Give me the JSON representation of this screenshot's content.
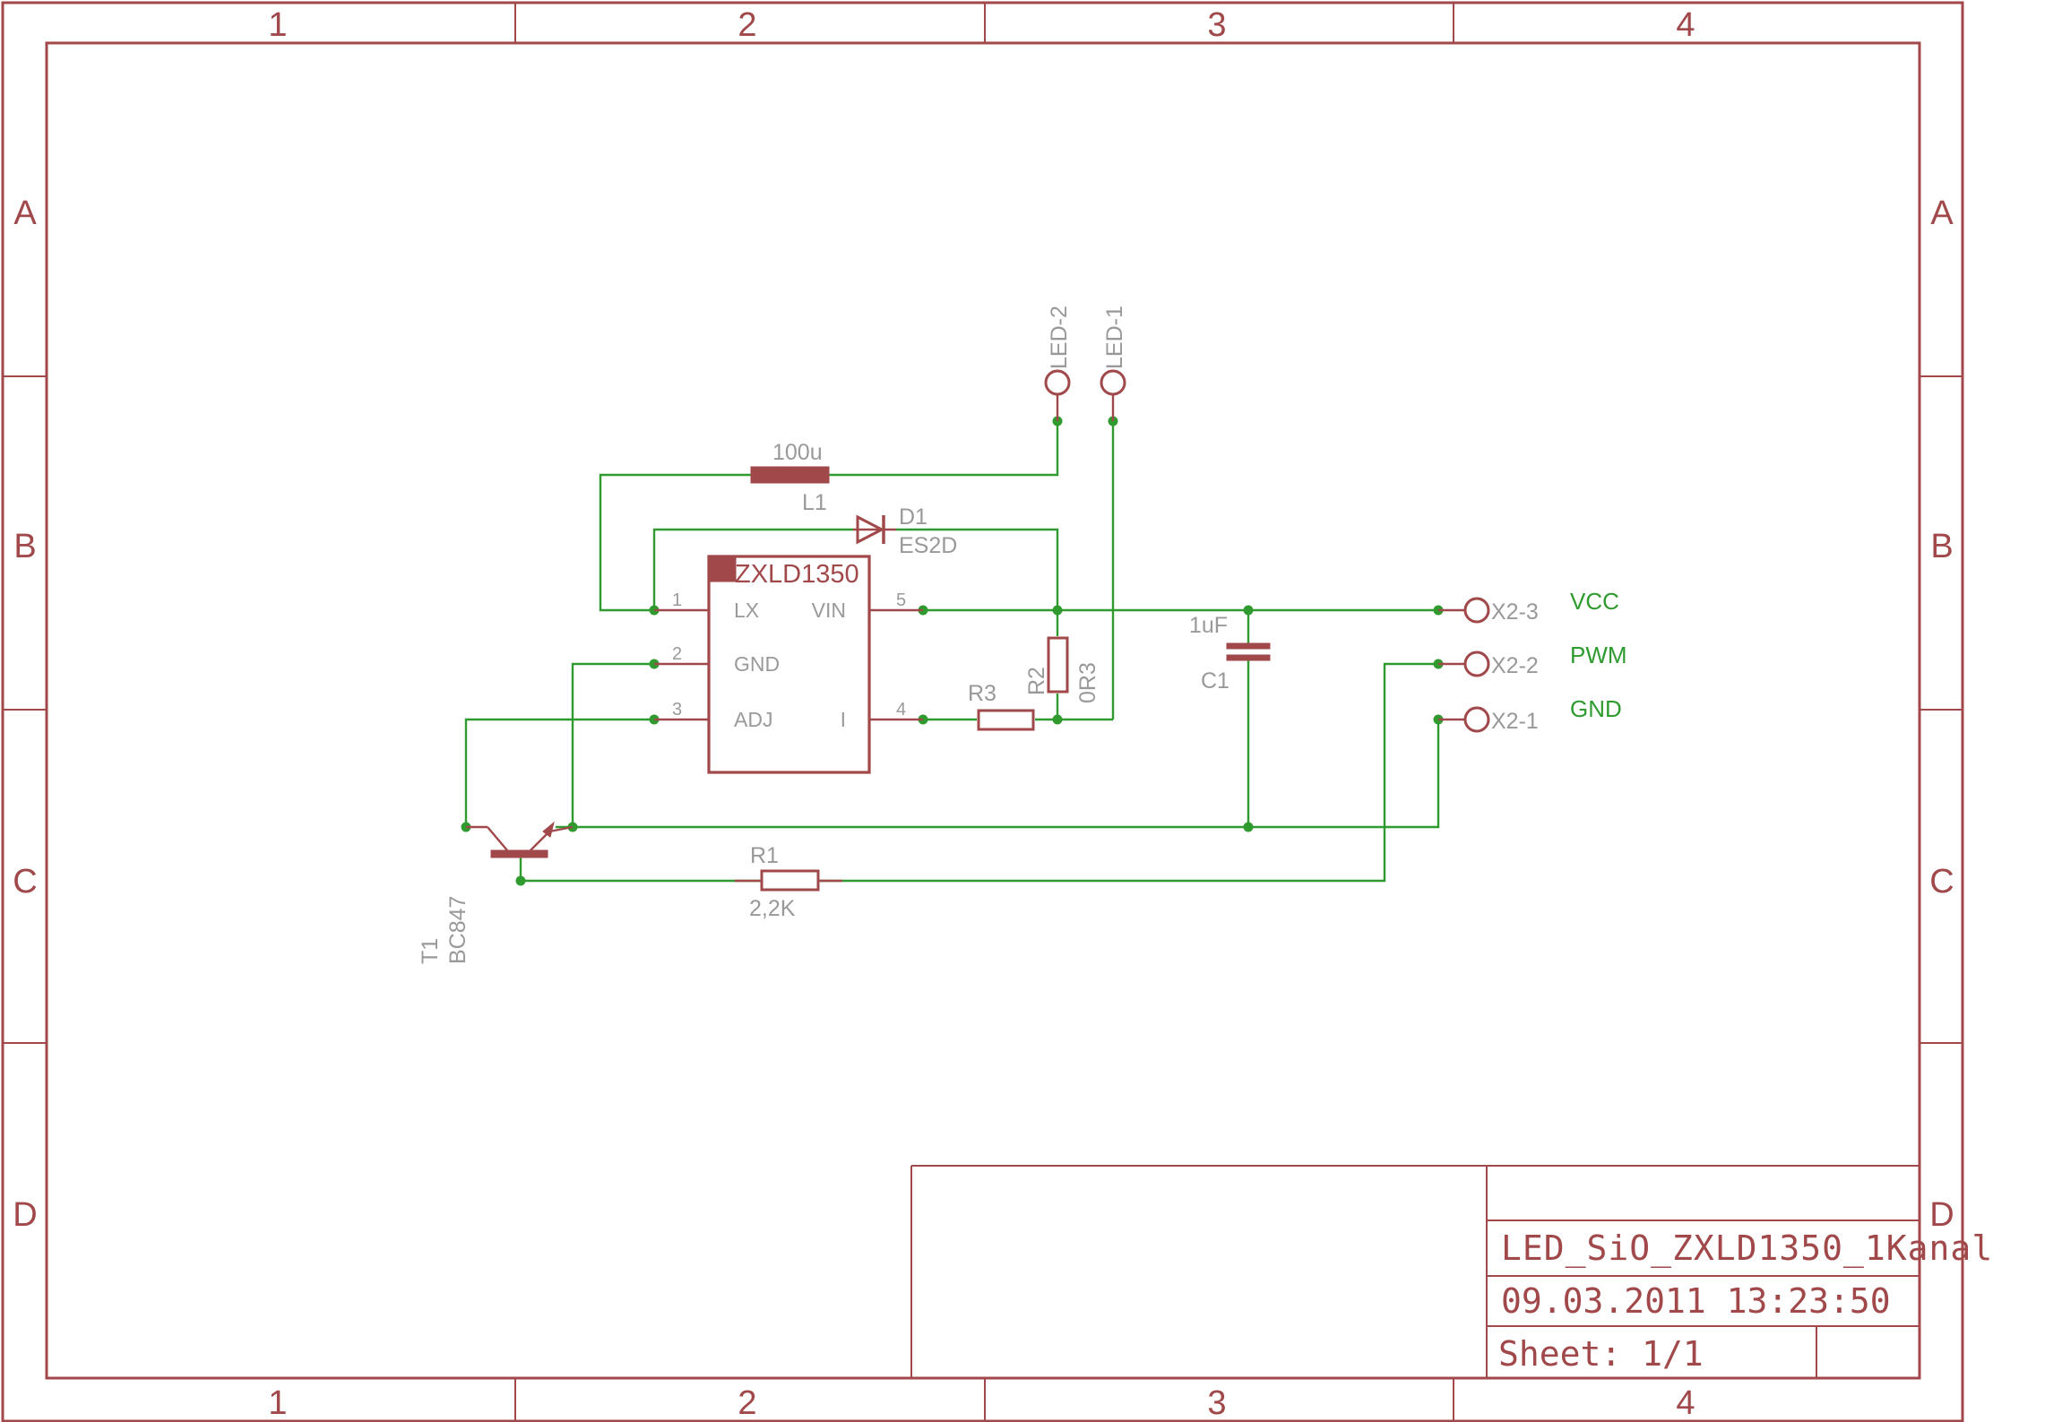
{
  "frame": {
    "columns": [
      "1",
      "2",
      "3",
      "4"
    ],
    "rows": [
      "A",
      "B",
      "C",
      "D"
    ]
  },
  "title_block": {
    "drawing_name": "LED_SiO_ZXLD1350_1Kanal",
    "date_time": "09.03.2011 13:23:50",
    "sheet_label": "Sheet: 1/1"
  },
  "parts": {
    "ic": {
      "name": "ZXLD1350",
      "pins": {
        "p1_num": "1",
        "p1_name": "LX",
        "p2_num": "2",
        "p2_name": "GND",
        "p3_num": "3",
        "p3_name": "ADJ",
        "p5_num": "5",
        "p5_name": "VIN",
        "p4_num": "4",
        "p4_name": "I"
      }
    },
    "inductor": {
      "value": "100u",
      "name": "L1"
    },
    "diode": {
      "name": "D1",
      "value": "ES2D"
    },
    "r2": {
      "name": "R2",
      "value": "0R3"
    },
    "r3": {
      "name": "R3"
    },
    "capacitor": {
      "value": "1uF",
      "name": "C1"
    },
    "r1": {
      "name": "R1",
      "value": "2,2K"
    },
    "transistor": {
      "name": "T1",
      "value": "BC847"
    }
  },
  "connectors": {
    "led2": "LED-2",
    "led1": "LED-1",
    "x2_3": "X2-3",
    "x2_2": "X2-2",
    "x2_1": "X2-1"
  },
  "nets": {
    "vcc": "VCC",
    "pwm": "PWM",
    "gnd": "GND"
  },
  "colors": {
    "frame": "#a0484a",
    "wire": "#2f9b2f",
    "label": "#999999"
  }
}
